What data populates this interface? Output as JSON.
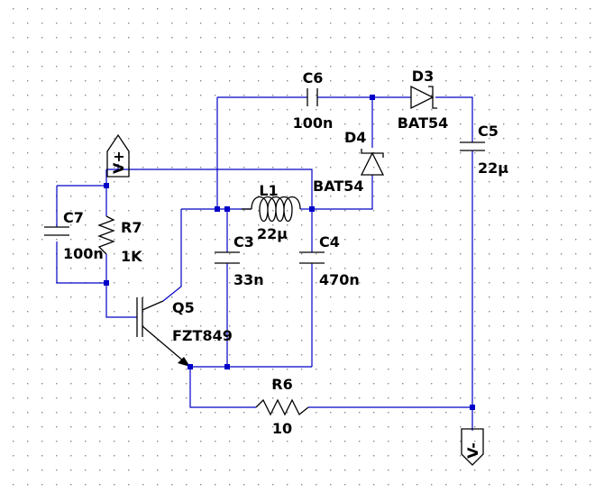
{
  "canvas": {
    "background": "#ffffff",
    "grid_dot_color": "#888888",
    "wire_color": "#0000c8",
    "component_color": "#000000"
  },
  "components": {
    "c6": {
      "ref": "C6",
      "value": "100n"
    },
    "d3": {
      "ref": "D3",
      "value": "BAT54"
    },
    "c5": {
      "ref": "C5",
      "value": "22µ"
    },
    "d4": {
      "ref": "D4",
      "value": "BAT54"
    },
    "l1": {
      "ref": "L1",
      "value": "22µ"
    },
    "c7": {
      "ref": "C7",
      "value": "100n"
    },
    "r7": {
      "ref": "R7",
      "value": "1K"
    },
    "c3": {
      "ref": "C3",
      "value": "33n"
    },
    "c4": {
      "ref": "C4",
      "value": "470n"
    },
    "q5": {
      "ref": "Q5",
      "value": "FZT849"
    },
    "r6": {
      "ref": "R6",
      "value": "10"
    }
  },
  "ports": {
    "vplus": {
      "label": "V+"
    },
    "vminus": {
      "label": "V-"
    }
  }
}
